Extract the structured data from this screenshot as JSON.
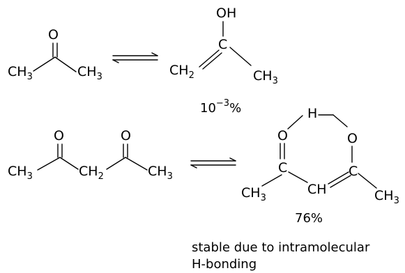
{
  "acetone": {
    "o": "O",
    "ch3_left": "CH",
    "ch3_left_sub": "3",
    "ch3_right": "CH",
    "ch3_right_sub": "3"
  },
  "acetone_enol": {
    "oh": "OH",
    "ch2": "CH",
    "ch2_sub": "2",
    "c": "C",
    "ch3": "CH",
    "ch3_sub": "3",
    "percent_base": "10",
    "percent_exp": "−3",
    "percent_unit": "%"
  },
  "diketone": {
    "o_left": "O",
    "o_right": "O",
    "ch3_left": "CH",
    "ch3_left_sub": "3",
    "ch2": "CH",
    "ch2_sub": "2",
    "ch3_right": "CH",
    "ch3_right_sub": "3"
  },
  "diketone_enol": {
    "o_left": "O",
    "h": "H",
    "o_right": "O",
    "c_left": "C",
    "ch": "CH",
    "c_right": "C",
    "ch3_left": "CH",
    "ch3_left_sub": "3",
    "ch3_right": "CH",
    "ch3_right_sub": "3",
    "percent": "76%"
  },
  "note": {
    "line1": "stable due to intramolecular",
    "line2": "H-bonding"
  }
}
